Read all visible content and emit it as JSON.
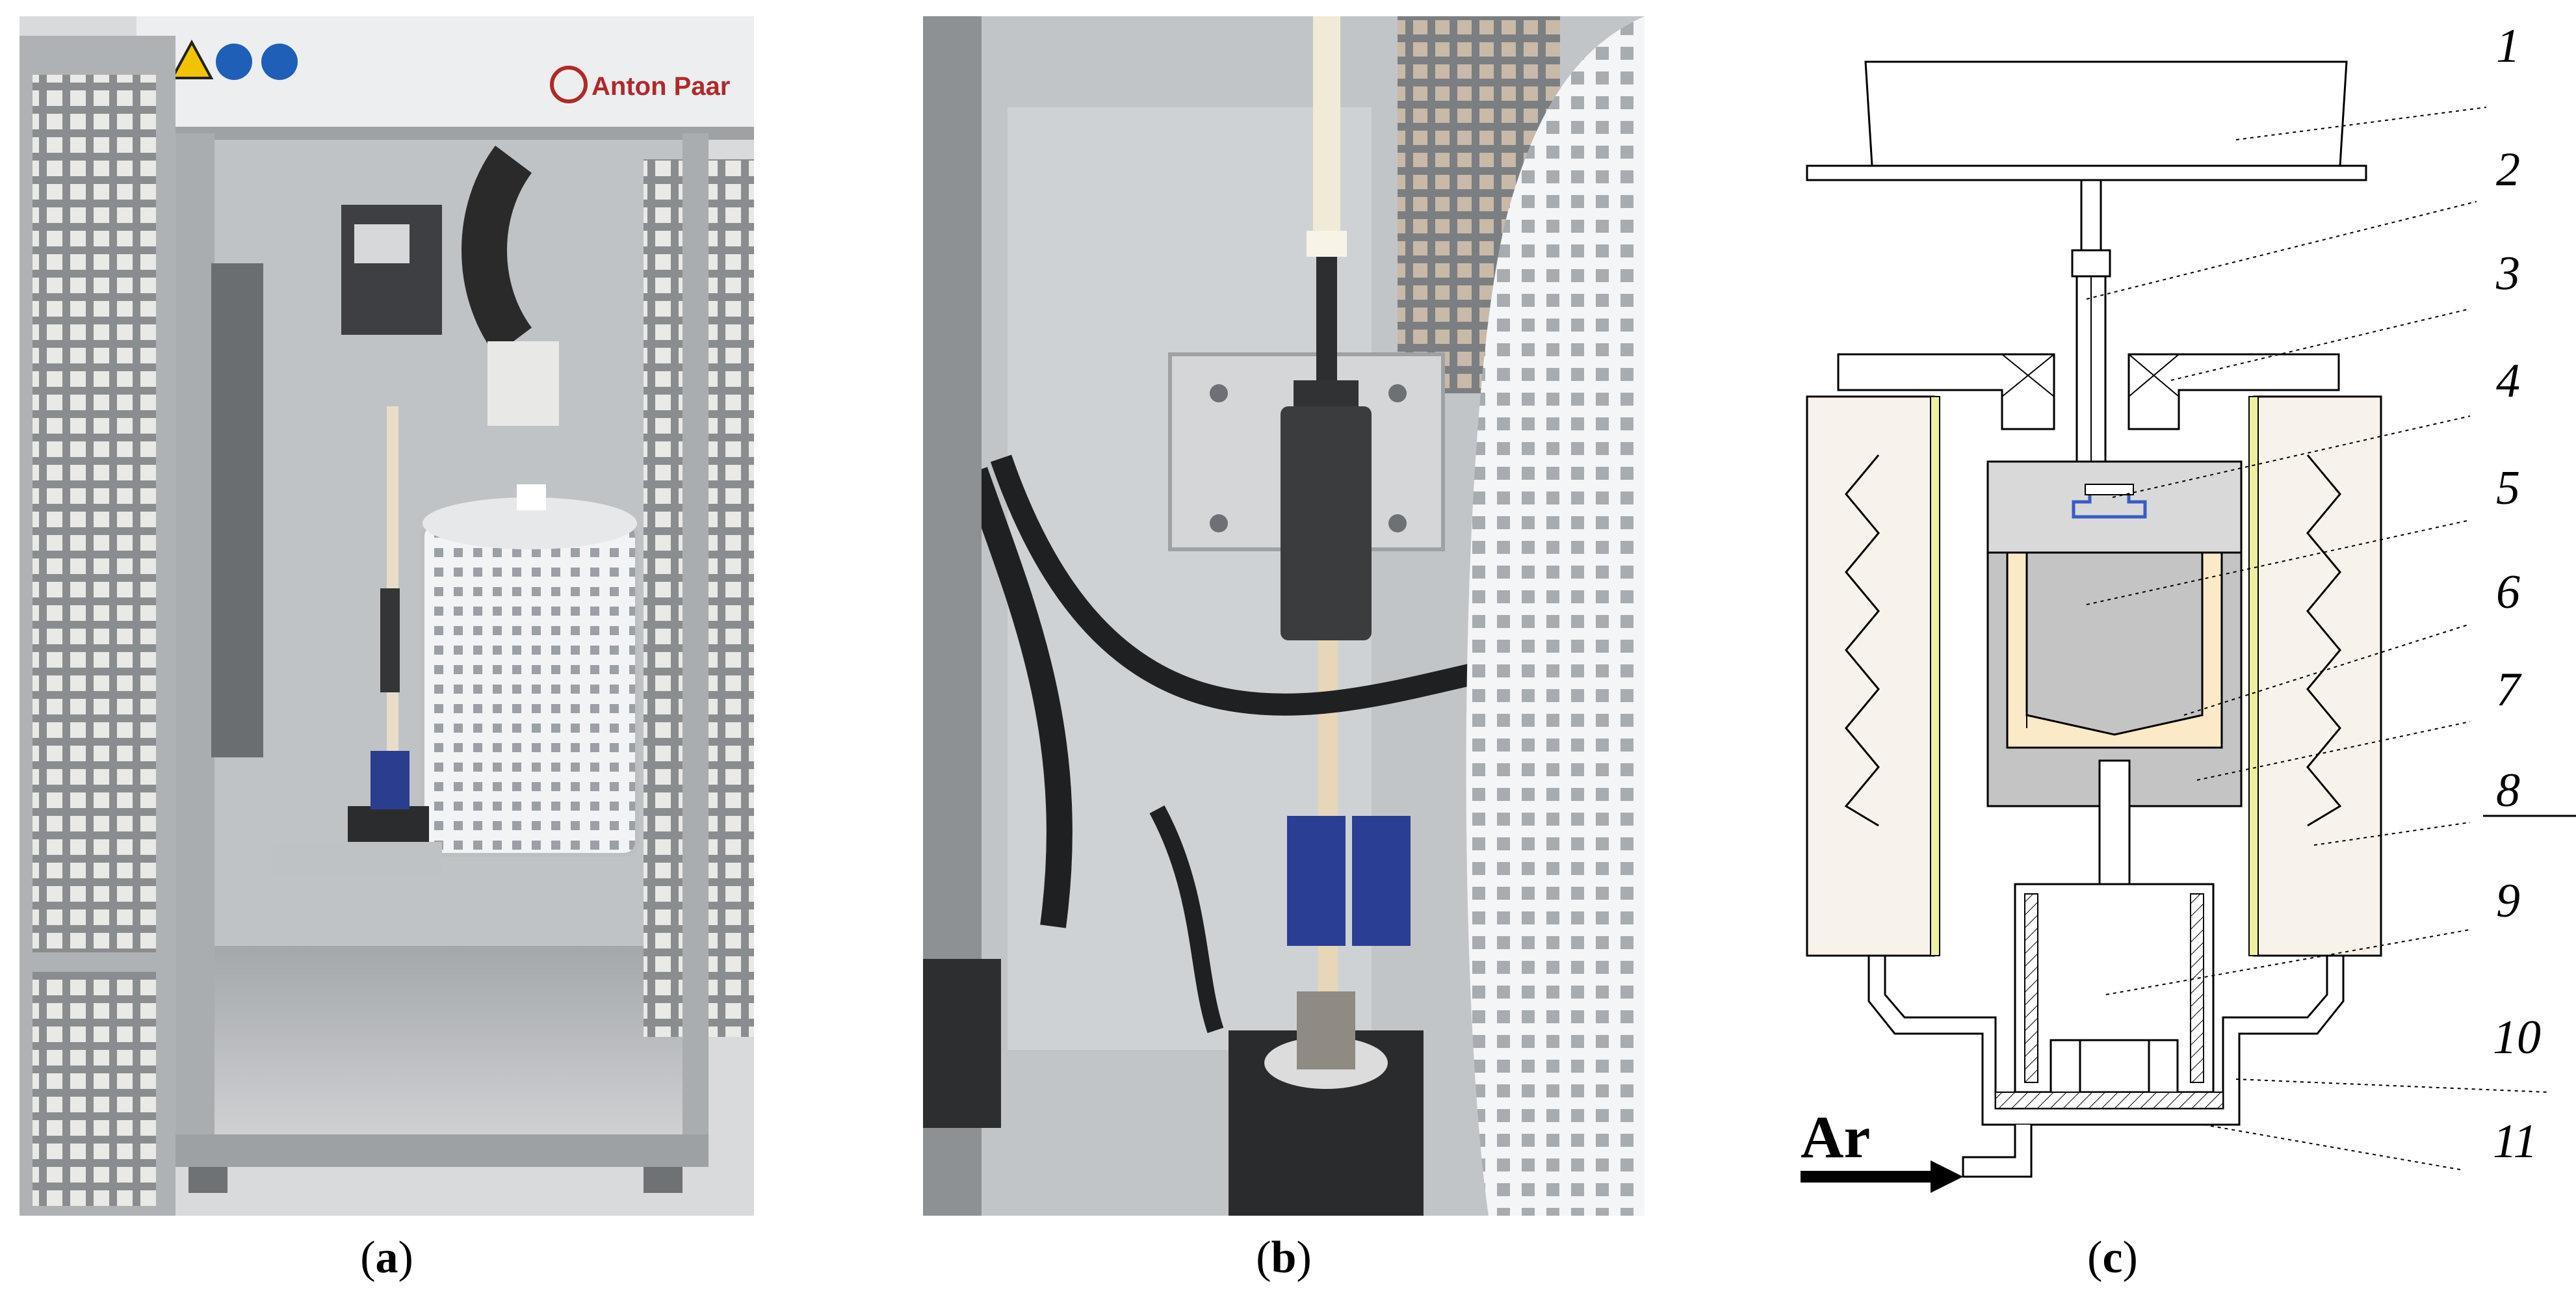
{
  "figure": {
    "panel_a": {
      "caption_open": "(",
      "caption_letter": "a",
      "caption_close": ")",
      "logo_text": "Anton Paar"
    },
    "panel_b": {
      "caption_open": "(",
      "caption_letter": "b",
      "caption_close": ")"
    },
    "panel_c": {
      "caption_open": "(",
      "caption_letter": "c",
      "caption_close": ")",
      "gas_label": "Ar",
      "callouts": [
        "1",
        "2",
        "3",
        "4",
        "5",
        "6",
        "7",
        "8",
        "9",
        "10",
        "11"
      ]
    }
  },
  "colors": {
    "heater_fill": "#f7f2ea",
    "element_yellow": "#eef0a0",
    "crucible_grey": "#c4c4c4",
    "crucible_light": "#d9d9d9",
    "sample_fill": "#fbe9c8",
    "holder_blue": "#3a5bc7"
  }
}
